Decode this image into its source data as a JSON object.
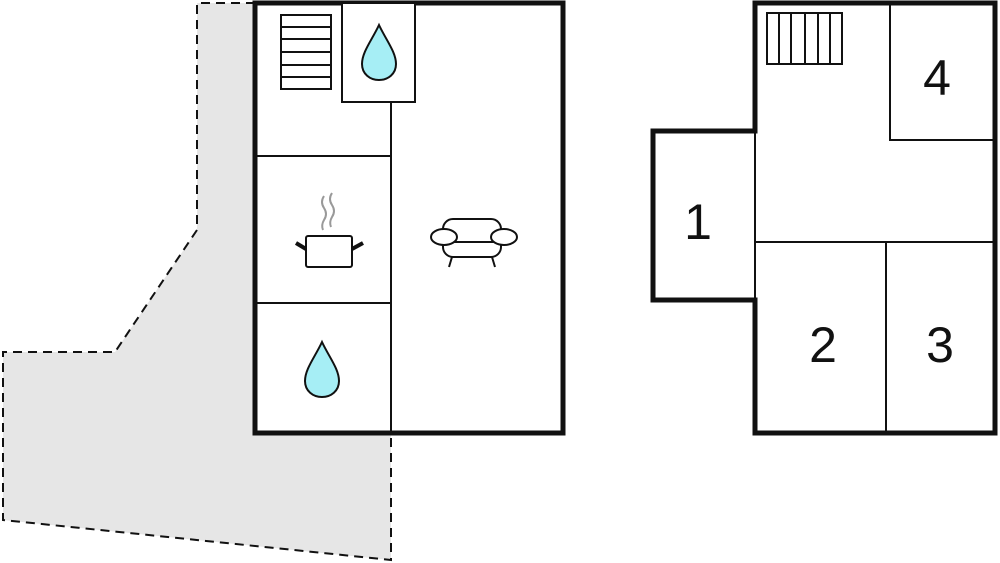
{
  "plans": {
    "ground_floor": {
      "icons": [
        "stairs-icon",
        "water-drop-icon",
        "cooking-pot-icon",
        "sofa-icon",
        "water-drop-icon"
      ],
      "terrace_fill": "#e6e6e6"
    },
    "upper_floor": {
      "room_labels": [
        "1",
        "2",
        "3",
        "4"
      ]
    }
  },
  "colors": {
    "wall": "#111111",
    "water": "#a6eef5",
    "steam": "#999999"
  }
}
